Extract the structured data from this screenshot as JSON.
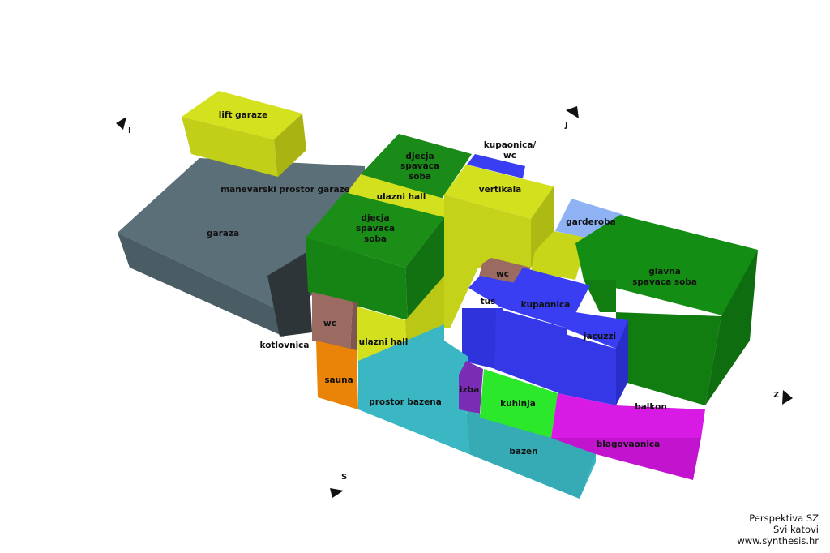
{
  "rooms": {
    "lift_garaze": "lift garaze",
    "manevarski": "manevarski prostor garaze",
    "garaza": "garaza",
    "kotlovnica": "kotlovnica",
    "djecja_back": [
      "djecja",
      "spavaca",
      "soba"
    ],
    "kupaonica_wc": [
      "kupaonica/",
      "wc"
    ],
    "ulazni_hall_top": "ulazni hall",
    "vertikala": "vertikala",
    "djecja_front": [
      "djecja",
      "spavaca",
      "soba"
    ],
    "garderoba": "garderoba",
    "glavna": [
      "glavna",
      "spavaca soba"
    ],
    "wc_upper": "wc",
    "tus": "tus",
    "kupaonica": "kupaonica",
    "jacuzzi": "jacuzzi",
    "wc_lower": "wc",
    "ulazni_hall_lower": "ulazni hall",
    "sauna": "sauna",
    "prostor_bazena": "prostor bazena",
    "izba": "izba",
    "kuhinja": "kuhinja",
    "balkon": "balkon",
    "blagovaonica": "blagovaonica",
    "bazen": "bazen"
  },
  "compass": {
    "i": "I",
    "j": "J",
    "z": "Z",
    "s": "S"
  },
  "caption": {
    "line1": "Perspektiva SZ",
    "line2": "Svi katovi",
    "line3": "www.synthesis.hr"
  },
  "colors": {
    "grey": "#51666f",
    "lime": "#d3e01e",
    "green": "#138d13",
    "blue": "#3a3ef2",
    "cyan": "#3ab7c3",
    "magenta": "#d81ae5",
    "orange": "#ea8408",
    "brown": "#9b6b62",
    "brightgreen": "#2ce82b",
    "purple": "#7a2db4",
    "lightblue": "#8eb2f4"
  }
}
